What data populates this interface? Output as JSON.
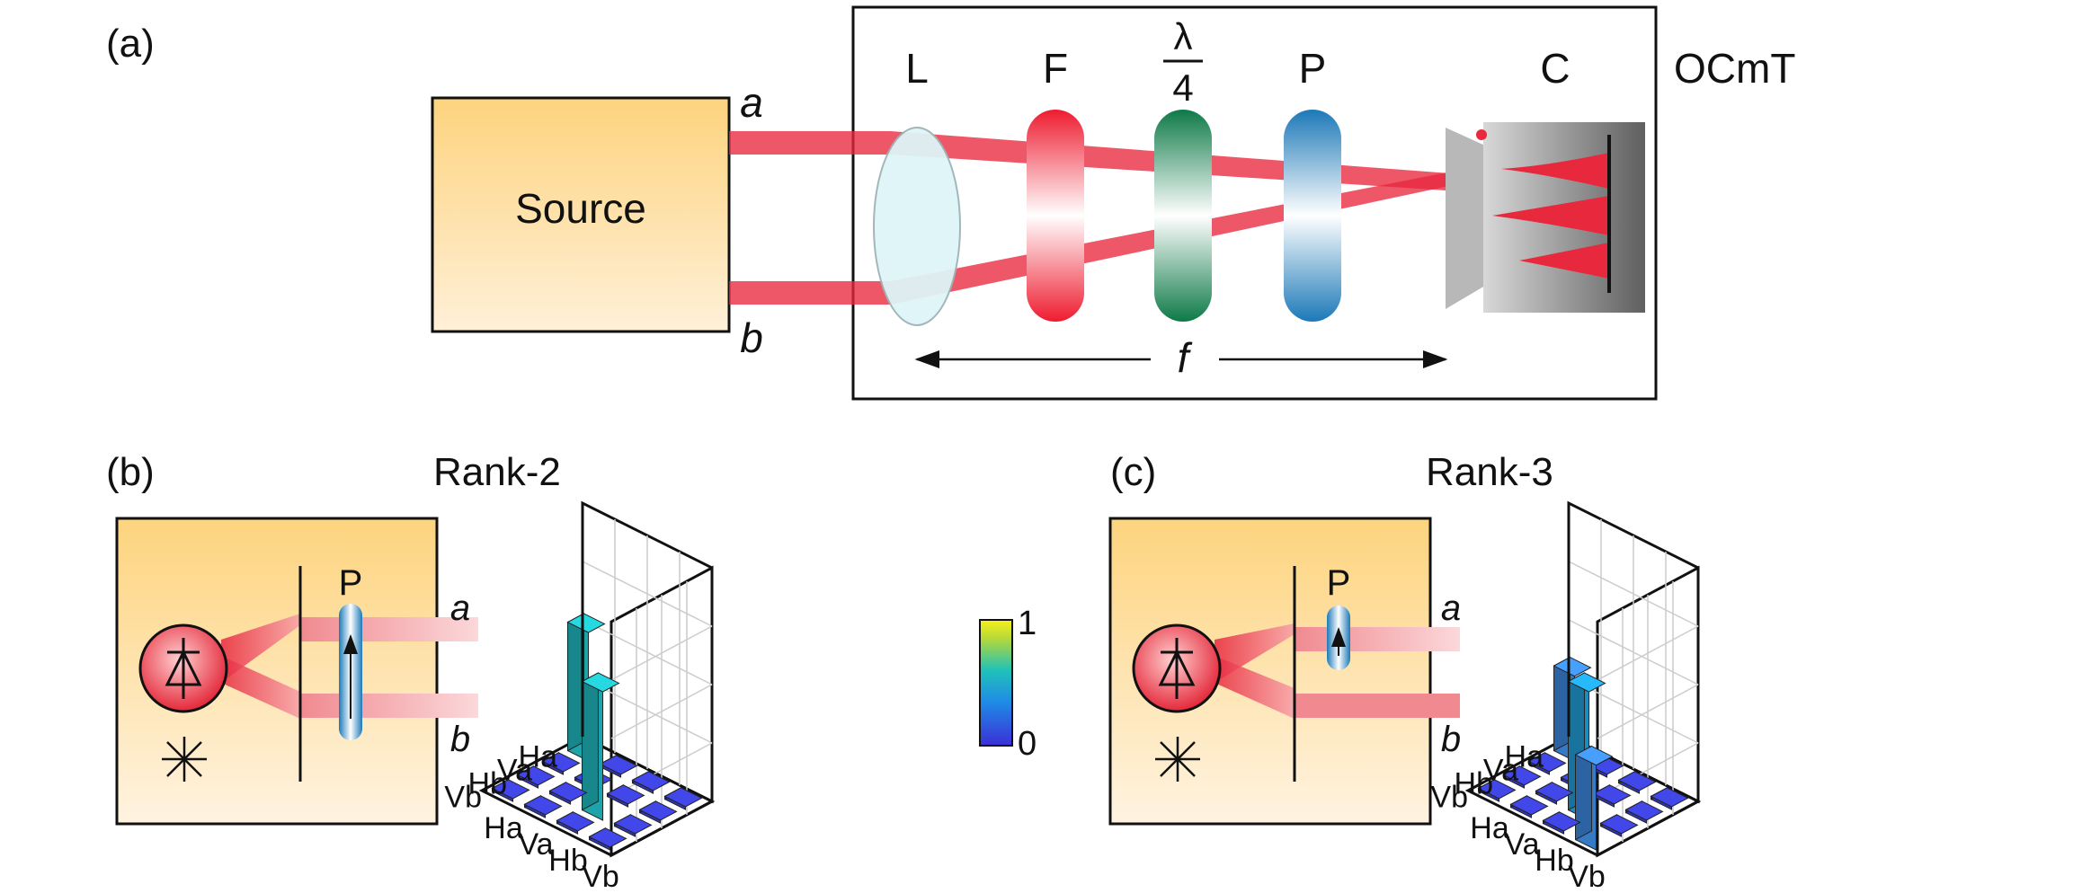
{
  "panel_a": {
    "label": "(a)",
    "source_label": "Source",
    "port_a": "a",
    "port_b": "b",
    "system_label": "OCmT",
    "lens": "L",
    "filter": "F",
    "waveplate_num": "λ",
    "waveplate_den": "4",
    "polarizer": "P",
    "camera": "C",
    "focal": "f"
  },
  "panel_b": {
    "label": "(b)",
    "title": "Rank-2",
    "polarizer": "P",
    "port_a": "a",
    "port_b": "b",
    "bar_heights": [
      [
        0.5,
        0,
        0,
        0
      ],
      [
        0,
        0,
        0,
        0
      ],
      [
        0,
        0,
        0.5,
        0
      ],
      [
        0,
        0,
        0,
        0
      ]
    ],
    "bar_colors": [
      [
        "#22c1c8",
        "#3a3fd0",
        "#3a3fd0",
        "#3a3fd0"
      ],
      [
        "#3a3fd0",
        "#3a3fd0",
        "#3a3fd0",
        "#3a3fd0"
      ],
      [
        "#3a3fd0",
        "#3a3fd0",
        "#22c1c8",
        "#3a3fd0"
      ],
      [
        "#3a3fd0",
        "#3a3fd0",
        "#3a3fd0",
        "#3a3fd0"
      ]
    ],
    "row_labels": [
      "Ha",
      "Va",
      "Hb",
      "Vb"
    ],
    "col_labels": [
      "Ha",
      "Va",
      "Hb",
      "Vb"
    ],
    "colorbar_max": "1",
    "colorbar_min": "0"
  },
  "panel_c": {
    "label": "(c)",
    "title": "Rank-3",
    "polarizer": "P",
    "port_a": "a",
    "port_b": "b",
    "bar_heights": [
      [
        0.33,
        0,
        0,
        0
      ],
      [
        0,
        0,
        0,
        0
      ],
      [
        0,
        0,
        0.5,
        0
      ],
      [
        0,
        0,
        0,
        0.33
      ]
    ],
    "bar_colors": [
      [
        "#3f8ee8",
        "#3a3fd0",
        "#3a3fd0",
        "#3a3fd0"
      ],
      [
        "#3a3fd0",
        "#3a3fd0",
        "#3a3fd0",
        "#3a3fd0"
      ],
      [
        "#3a3fd0",
        "#3a3fd0",
        "#22a6e2",
        "#3a3fd0"
      ],
      [
        "#3a3fd0",
        "#3a3fd0",
        "#3a3fd0",
        "#3f8ee8"
      ]
    ],
    "row_labels": [
      "Ha",
      "Va",
      "Hb",
      "Vb"
    ],
    "col_labels": [
      "Ha",
      "Va",
      "Hb",
      "Vb"
    ]
  }
}
